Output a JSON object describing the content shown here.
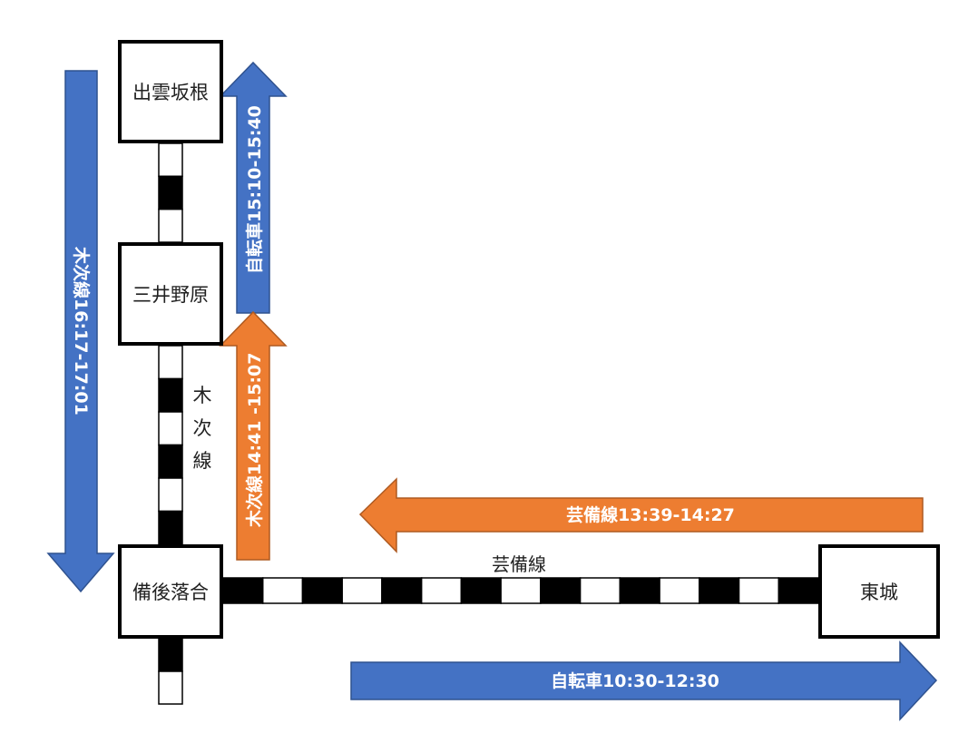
{
  "stations": {
    "izumo_sakane": "出雲坂根",
    "mitsui_nohara": "三井野原",
    "bingo_ochiai": "備後落合",
    "tojo": "東城"
  },
  "lines": {
    "kisuki_vertical_label": [
      "木",
      "次",
      "線"
    ],
    "geibi_label": "芸備線"
  },
  "legs": {
    "bike_morning": "自転車10:30-12:30",
    "geibi_train": "芸備線13:39-14:27",
    "kisuki_up": "木次線14:41 -15:07",
    "bike_afternoon": "自転車15:10-15:40",
    "kisuki_down": "木次線16:17-17:01"
  },
  "colors": {
    "bicycle": "#4472C4",
    "train": "#ED7D31",
    "track_dark": "#000000",
    "track_light": "#ffffff"
  }
}
